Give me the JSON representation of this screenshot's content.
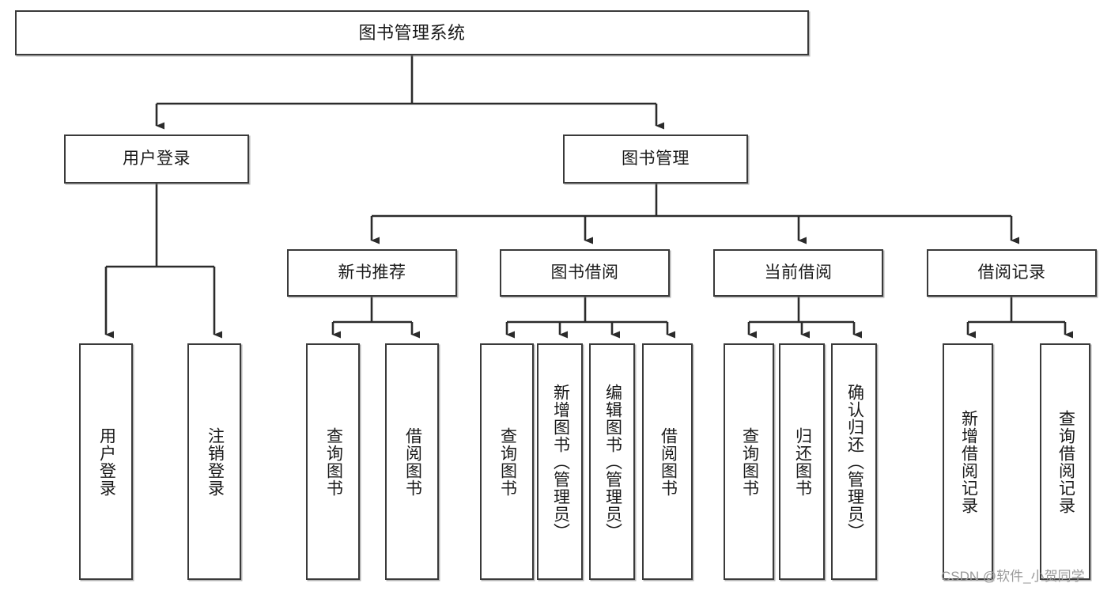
{
  "diagram": {
    "type": "tree-hierarchy",
    "title": "图书管理系统",
    "watermark": "CSDN @软件_小贺同学",
    "colors": {
      "box_border": "#3a3a3a",
      "box_fill": "#ffffff",
      "connector": "#2b2b2b",
      "text": "#1a1a1a",
      "watermark": "#9a9a9a"
    },
    "levels": {
      "level1": {
        "root_label": "图书管理系统"
      },
      "level2": [
        {
          "id": "user-login",
          "label": "用户登录"
        },
        {
          "id": "book-management",
          "label": "图书管理"
        }
      ],
      "level3": [
        {
          "id": "new-book-recommend",
          "label": "新书推荐"
        },
        {
          "id": "book-borrow",
          "label": "图书借阅"
        },
        {
          "id": "current-borrow",
          "label": "当前借阅"
        },
        {
          "id": "borrow-record",
          "label": "借阅记录"
        }
      ],
      "level4": {
        "user_login_children": [
          {
            "id": "leaf-user-login",
            "label": "用户登录"
          },
          {
            "id": "leaf-logout-login",
            "label": "注销登录"
          }
        ],
        "new_book_recommend_children": [
          {
            "id": "leaf-query-book-1",
            "label": "查询图书"
          },
          {
            "id": "leaf-borrow-book-1",
            "label": "借阅图书"
          }
        ],
        "book_borrow_children": [
          {
            "id": "leaf-query-book-2",
            "label": "查询图书"
          },
          {
            "id": "leaf-add-book",
            "label": "新增图书（管理员）"
          },
          {
            "id": "leaf-edit-book",
            "label": "编辑图书（管理员）"
          },
          {
            "id": "leaf-borrow-book-2",
            "label": "借阅图书"
          }
        ],
        "current_borrow_children": [
          {
            "id": "leaf-query-book-3",
            "label": "查询图书"
          },
          {
            "id": "leaf-return-book",
            "label": "归还图书"
          },
          {
            "id": "leaf-confirm-return",
            "label": "确认归还（管理员）"
          }
        ],
        "borrow_record_children": [
          {
            "id": "leaf-add-borrow-record",
            "label": "新增借阅记录"
          },
          {
            "id": "leaf-query-borrow-record",
            "label": "查询借阅记录"
          }
        ]
      }
    }
  }
}
